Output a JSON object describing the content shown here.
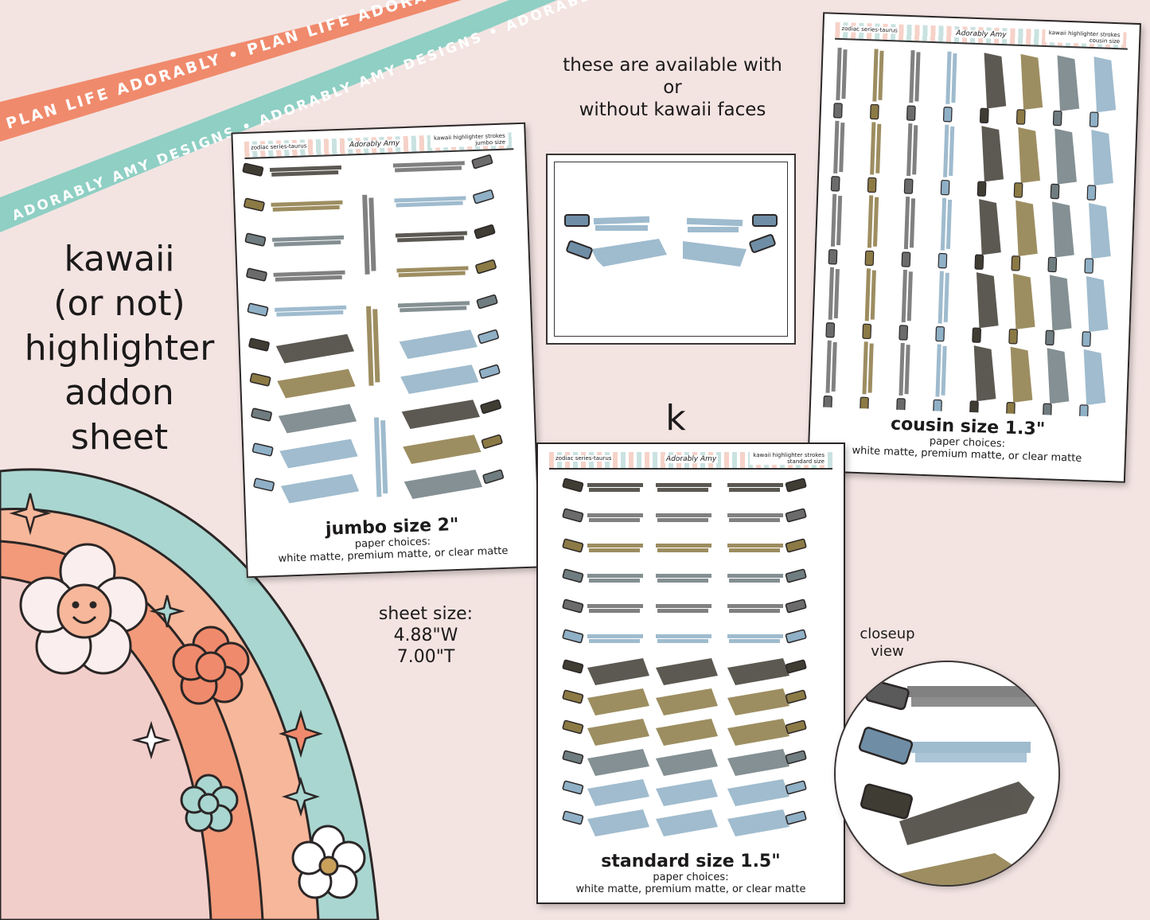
{
  "ribbons": {
    "orange_text": "PLAN LIFE ADORABLY • PLAN LIFE ADORABLY • PLAN LIFE ADORABLY",
    "teal_text": "ADORABLY AMY DESIGNS • ADORABLY AMY DESIGNS • ADORABLY AMY DESIGNS"
  },
  "title": {
    "line1": "kawaii",
    "line2": "(or not)",
    "line3": "highlighter",
    "line4": "addon",
    "line5": "sheet"
  },
  "note": {
    "line1": "these are available with",
    "line2": "or",
    "line3": "without kawaii faces"
  },
  "sheet_size": {
    "label": "sheet size:",
    "width": "4.88\"W",
    "height": "7.00\"T"
  },
  "stray_letter": "k",
  "closeup": {
    "line1": "closeup",
    "line2": "view"
  },
  "jumbo": {
    "series": "zodiac series-taurus",
    "brand": "Adorably Amy",
    "product": "kawaii highlighter strokes",
    "size_tag": "jumbo size",
    "size_label": "jumbo size 2\"",
    "paper_label": "paper choices:",
    "paper_options": "white matte, premium matte, or clear matte"
  },
  "cousin": {
    "series": "zodiac series-taurus",
    "brand": "Adorably Amy",
    "product": "kawaii highlighter strokes",
    "size_tag": "cousin size",
    "size_label": "cousin size 1.3\"",
    "paper_label": "paper choices:",
    "paper_options": "white matte, premium matte, or clear matte"
  },
  "standard": {
    "series": "zodiac series-taurus",
    "brand": "Adorably Amy",
    "product": "kawaii highlighter strokes",
    "size_tag": "standard size",
    "size_label": "standard size 1.5\"",
    "paper_label": "paper choices:",
    "paper_options": "white matte, premium matte, or clear matte"
  },
  "colors": {
    "background": "#f3e4e2",
    "ribbon_orange": "#f08a6c",
    "ribbon_teal": "#8fcfc4",
    "rainbow_teal": "#a9d6d0",
    "rainbow_peach": "#f7b79a",
    "rainbow_orange": "#f29a7a",
    "rainbow_pink": "#f2ceca",
    "gray": "#6b6b6b",
    "olive": "#8c7a45",
    "slate": "#6f7c80",
    "blue": "#8fb0c6",
    "dark": "#3f3c34"
  }
}
